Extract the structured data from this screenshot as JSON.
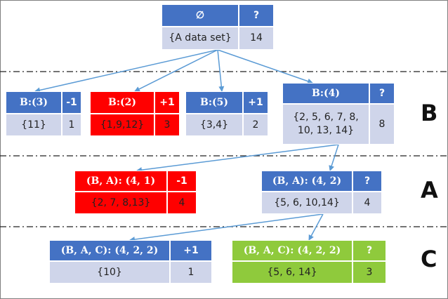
{
  "colors": {
    "blue_header": "#4472c4",
    "blue_body": "#cfd5ea",
    "red": "#ff0000",
    "green": "#8fca3c",
    "arrow": "#5b9bd5"
  },
  "root": {
    "label": "∅",
    "score": "?",
    "set": "{A data set}",
    "count": "14"
  },
  "level_b": {
    "nodes": [
      {
        "label": "B:(3)",
        "score": "-1",
        "set": "{11}",
        "count": "1"
      },
      {
        "label": "B:(2)",
        "score": "+1",
        "set": "{1,9,12}",
        "count": "3"
      },
      {
        "label": "B:(5)",
        "score": "+1",
        "set": "{3,4}",
        "count": "2"
      },
      {
        "label": "B:(4)",
        "score": "?",
        "set": "{2, 5, 6, 7, 8, 10, 13, 14}",
        "count": "8"
      }
    ]
  },
  "level_a": {
    "nodes": [
      {
        "label": "(B, A): (4, 1)",
        "score": "-1",
        "set": "{2, 7, 8,13}",
        "count": "4"
      },
      {
        "label": "(B, A): (4, 2)",
        "score": "?",
        "set": "{5, 6, 10,14}",
        "count": "4"
      }
    ]
  },
  "level_c": {
    "nodes": [
      {
        "label": "(B, A, C): (4, 2, 2)",
        "score": "+1",
        "set": "{10}",
        "count": "1"
      },
      {
        "label": "(B, A, C): (4, 2, 2)",
        "score": "?",
        "set": "{5, 6, 14}",
        "count": "3"
      }
    ]
  },
  "level_labels": {
    "b": "B",
    "a": "A",
    "c": "C"
  }
}
